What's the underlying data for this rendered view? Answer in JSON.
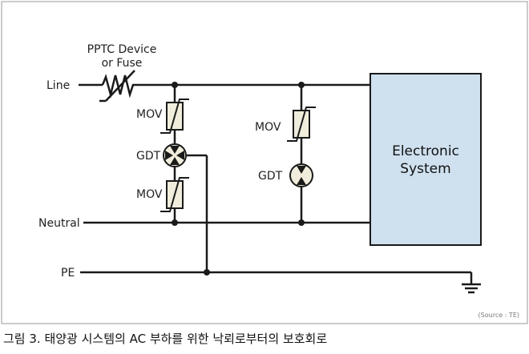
{
  "labels": {
    "pptc_line1": "PPTC Device",
    "pptc_line2": "or Fuse",
    "line": "Line",
    "neutral": "Neutral",
    "pe": "PE",
    "mov_left_top": "MOV",
    "gdt_left": "GDT",
    "mov_left_bottom": "MOV",
    "mov_right": "MOV",
    "gdt_right": "GDT",
    "system_line1": "Electronic",
    "system_line2": "System"
  },
  "source": "(Source : TE)",
  "caption": "그림 3. 태양광 시스템의 AC 부하를 위한 낙뢰로부터의 보호회로",
  "colors": {
    "system_box_fill": "#cfe0ef",
    "system_box_stroke": "#1a1a1a",
    "component_fill": "#f1eddc",
    "wire": "#1a1a1a"
  }
}
